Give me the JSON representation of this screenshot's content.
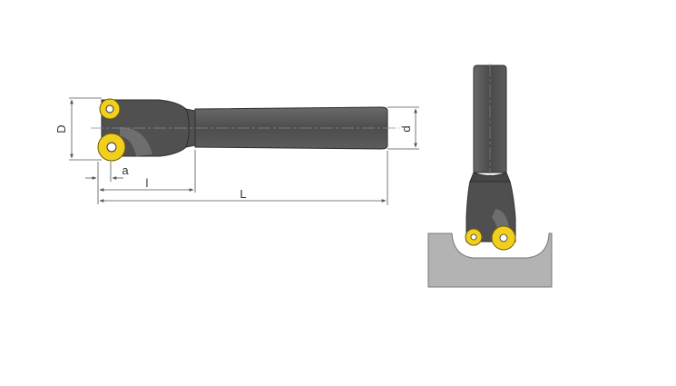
{
  "labels": {
    "D": "D",
    "d": "d",
    "a": "a",
    "l": "l",
    "L": "L"
  },
  "colors": {
    "body": "#555555",
    "body_dark": "#3a3a3a",
    "insert": "#f2cf1f",
    "workpiece": "#b3b3b3",
    "dimension": "#555555"
  }
}
